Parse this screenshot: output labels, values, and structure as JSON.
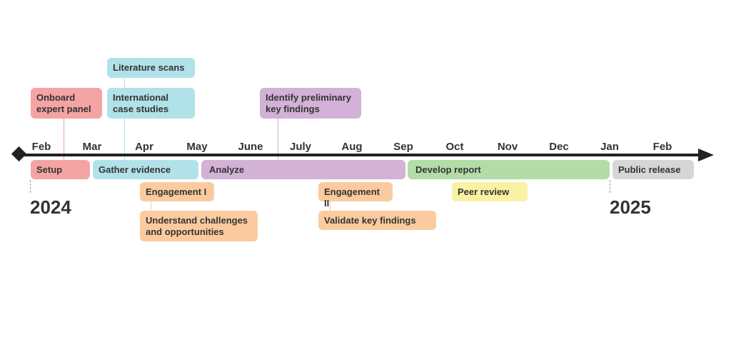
{
  "colors": {
    "red": "#f4a4a4",
    "blue": "#b1e2ea",
    "purple": "#d2b2d6",
    "orange": "#fbcb9f",
    "green": "#b4dca7",
    "yellow": "#f9f2a3",
    "gray": "#d6d6d6",
    "axis": "#222222"
  },
  "timeline": {
    "months": [
      "Feb",
      "Mar",
      "Apr",
      "May",
      "June",
      "July",
      "Aug",
      "Sep",
      "Oct",
      "Nov",
      "Dec",
      "Jan",
      "Feb"
    ],
    "years": [
      "2024",
      "2025"
    ]
  },
  "phases": {
    "setup": "Setup",
    "gather_evidence": "Gather evidence",
    "analyze": "Analyze",
    "develop_report": "Develop report",
    "public_release": "Public release"
  },
  "milestones": {
    "literature_scans": "Literature scans",
    "international_case_studies": "International\ncase studies",
    "onboard_expert_panel": "Onboard\nexpert panel",
    "identify_preliminary": "Identify preliminary\nkey findings",
    "engagement_1": "Engagement I",
    "understand_challenges": "Understand challenges\nand opportunities",
    "engagement_2": "Engagement II",
    "validate_key_findings": "Validate key findings",
    "peer_review": "Peer review"
  }
}
